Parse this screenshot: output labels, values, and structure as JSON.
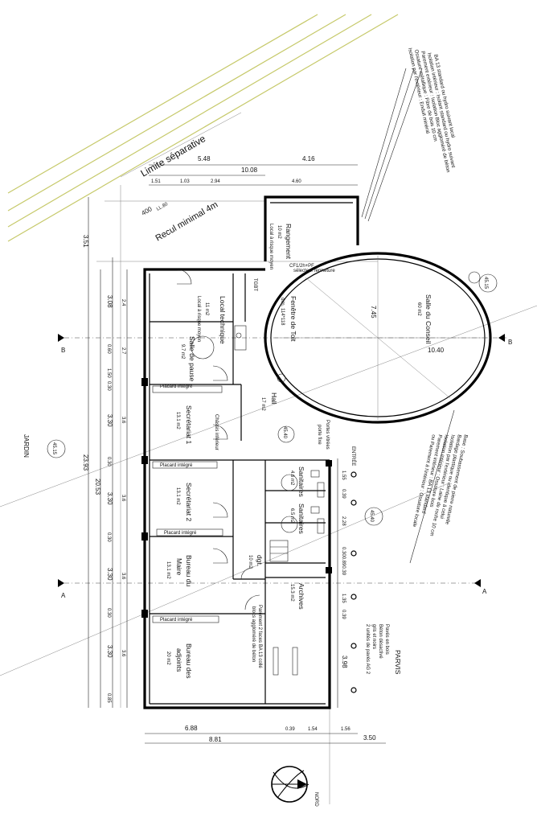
{
  "sections": {
    "a": "A",
    "b": "B"
  },
  "dims": {
    "top": {
      "d548": "5.48",
      "d1008": "10.08",
      "d416": "4.16",
      "d151": "1.51",
      "d103": "1.03",
      "d294": "2.94",
      "d460": "4.60"
    },
    "left": {
      "d351": "3.51",
      "d2393": "23.93",
      "d2053": "20.53",
      "d308": "3.08",
      "d060": "0.60",
      "d150": "1.50",
      "d030": "0.30",
      "d330": "3.30",
      "d085": "0.85",
      "d24": "2.4",
      "d27": "2.7",
      "d36": "3.6"
    },
    "right": {
      "d155": "1.55",
      "d039": "0.39",
      "d228": "2.28",
      "d030089039": "0.300.890.39",
      "d135": "1.35",
      "d398": "3.98"
    },
    "bottom": {
      "d688": "6.88",
      "d881": "8.81",
      "d039": "0.39",
      "d154": "1.54",
      "d156": "1.56",
      "d350": "3.50"
    }
  },
  "rooms": {
    "rangement": {
      "name": "Rangement",
      "area": "10 m2",
      "note": "Local à risque moyen"
    },
    "local_technique": {
      "name": "Local technique",
      "area": "11 m2",
      "note": "Local à risque moyen"
    },
    "tgbt": "TGBT",
    "pause": {
      "name": "Salle de pause",
      "area": "9.7 m2"
    },
    "fenetre": {
      "name": "Fenêtre de Toit",
      "dims": "dim. 114*118"
    },
    "hall": {
      "name": "Hall",
      "area": "17 m2"
    },
    "conseil": {
      "name": "Salle du Conseil",
      "area": "60 m2",
      "d745": "7.45",
      "d1040": "10.40"
    },
    "sec1": {
      "name": "Secrétariat 1",
      "area": "13.1 m2"
    },
    "sec2": {
      "name": "Secrétariat 2",
      "area": "13.1 m2"
    },
    "maire": {
      "name": "Bureau du",
      "name2": "Maire",
      "area": "13.1 m2"
    },
    "adjoints": {
      "name": "Bureau des",
      "name2": "adjoints",
      "area": "20 m2"
    },
    "san1": {
      "name": "Sanitaires",
      "area": "4.6 m2"
    },
    "san2": {
      "name": "Sanitaires",
      "area": "6.5 m2"
    },
    "dgt": {
      "name": "dgt.",
      "area": "10 m2"
    },
    "archives": {
      "name": "Archives",
      "area": "15.3 m2"
    },
    "placard": "Placard intégré",
    "chassis": "Châssis inférieur",
    "portes": "Portes vitrées",
    "portes2": "porte fixe",
    "entree": "ENTRÉE",
    "parement1": "Parement 2 faces BA 13 collé",
    "parement2": "blocs aggloméré de béton",
    "cf": "CF1/2h+PF",
    "selecteur": "sélecteur fermeture"
  },
  "levels": {
    "l4515": "45.15",
    "l4540": "45.40"
  },
  "site": {
    "limite": "Limite séparative",
    "recul": "Recul minimal 4m",
    "d400": "400",
    "ll80": "LL.80",
    "jardin": "JARDIN",
    "parvis": "PARVIS",
    "parvis_notes": [
      "Pavés en bois",
      "Béton désactivé",
      "gris et noirs",
      "2 unités de pavés AG 2"
    ],
    "nord": "NORD"
  },
  "notes": {
    "top": [
      "Isolation par l'extérieur : Enduit minéral",
      "Ossature métallique : Fibre de bois 10 cm",
      "Parement extérieur : Isolation Bloc aggloméré de béton",
      "Isolation intérieur : Isolant standard ou hydro suivant",
      "BA 13 standard ou hydro suivant local"
    ],
    "right": [
      "Base : Soubassement de pierre naturelle",
      "Bardage plastique ou identique à celui",
      "Isolation par l'extérieur : Laine de roche 10 cm",
      "Isolation intérieur : Ossature bois",
      "Parement intérieur : BA 13 standard",
      "ou Parement à l'intérieur : Ossature locale"
    ]
  }
}
